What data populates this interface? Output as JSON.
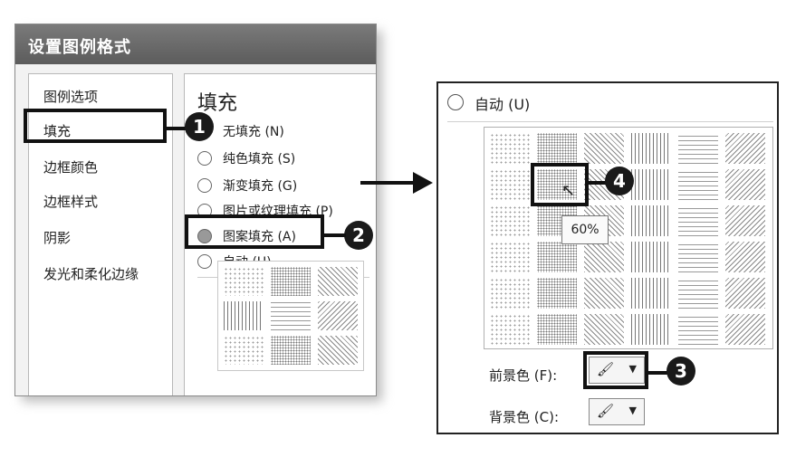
{
  "dialog": {
    "title": "设置图例格式",
    "nav": [
      "图例选项",
      "填充",
      "边框颜色",
      "边框样式",
      "阴影",
      "发光和柔化边缘"
    ],
    "fill_heading": "填充",
    "options": [
      "无填充 (N)",
      "纯色填充 (S)",
      "渐变填充 (G)",
      "图片或纹理填充 (P)",
      "图案填充 (A)",
      "自动 (U)"
    ]
  },
  "zoom": {
    "auto_label": "自动 (U)",
    "tooltip": "60%",
    "foreground_label": "前景色 (F):",
    "background_label": "背景色 (C):",
    "paint_icon": "paint-bucket-icon",
    "dropdown_icon": "chevron-down-icon"
  },
  "callouts": [
    "1",
    "2",
    "3",
    "4"
  ]
}
